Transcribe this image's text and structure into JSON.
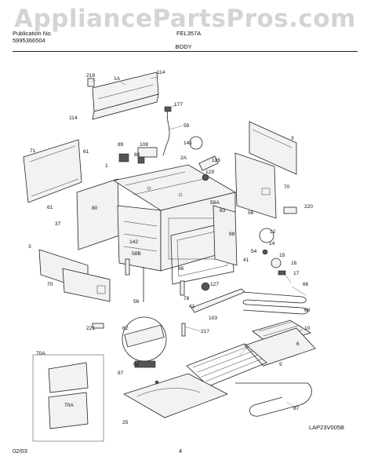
{
  "watermark": "AppliancePartsPros.com",
  "header": {
    "pub_label": "Publication No.",
    "pub_number": "5995366504",
    "model": "FEL357A",
    "section": "BODY"
  },
  "footer": {
    "date": "02/03",
    "page": "4",
    "drawing_code": "LAP23V005B"
  },
  "callouts": [
    "218",
    "1A",
    "114",
    "114",
    "177",
    "59",
    "71",
    "61",
    "89",
    "108",
    "88",
    "2A",
    "141",
    "126",
    "129",
    "3",
    "70",
    "220",
    "58A",
    "83",
    "56",
    "61",
    "80",
    "37",
    "1",
    "142",
    "58B",
    "12",
    "88",
    "14",
    "15",
    "16",
    "17",
    "54",
    "41",
    "86",
    "127",
    "78",
    "41",
    "56",
    "3",
    "70",
    "66",
    "68",
    "103",
    "10",
    "221",
    "217",
    "62",
    "62",
    "6",
    "9",
    "70A",
    "87",
    "70A",
    "25",
    "87"
  ]
}
